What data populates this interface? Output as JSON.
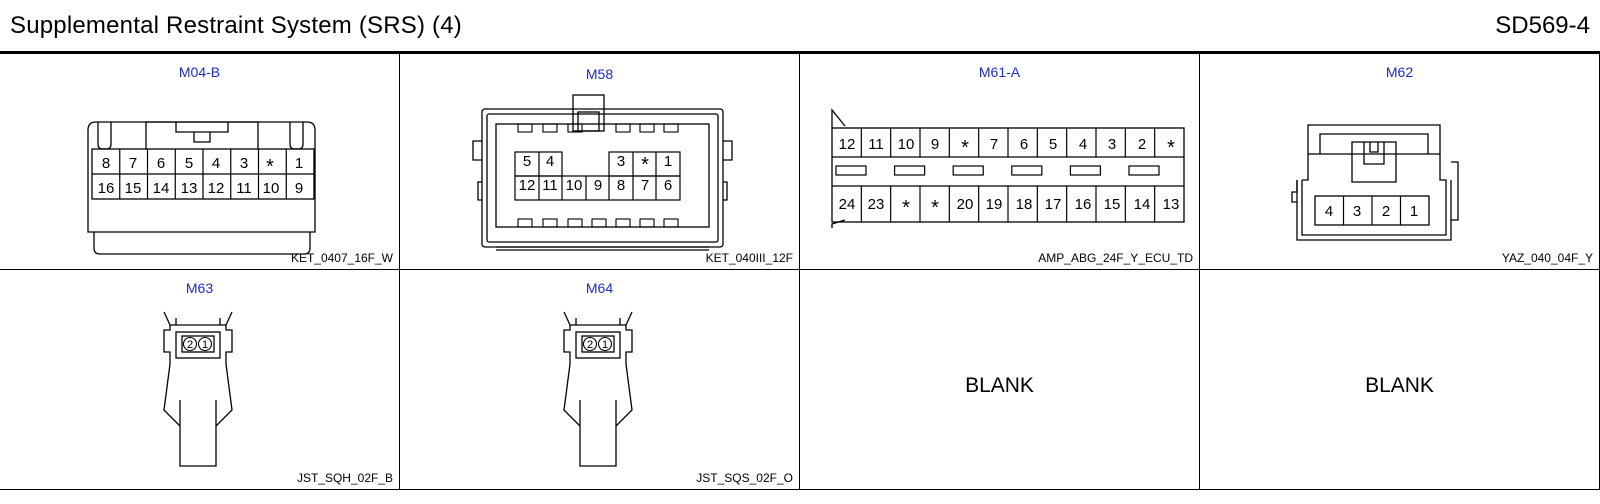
{
  "header": {
    "title": "Supplemental Restraint System (SRS) (4)",
    "code": "SD569-4"
  },
  "connectors": [
    {
      "id": "M04-B",
      "type_code": "KET_0407_16F_W",
      "pins_top": [
        "8",
        "7",
        "6",
        "5",
        "4",
        "3",
        "*",
        "1"
      ],
      "pins_bottom": [
        "16",
        "15",
        "14",
        "13",
        "12",
        "11",
        "10",
        "9"
      ]
    },
    {
      "id": "M58",
      "type_code": "KET_040III_12F",
      "pins_top": [
        "5",
        "4",
        "",
        "",
        "3",
        "*",
        "1"
      ],
      "pins_bottom": [
        "12",
        "11",
        "10",
        "9",
        "8",
        "7",
        "6"
      ]
    },
    {
      "id": "M61-A",
      "type_code": "AMP_ABG_24F_Y_ECU_TD",
      "pins_top": [
        "12",
        "11",
        "10",
        "9",
        "*",
        "7",
        "6",
        "5",
        "4",
        "3",
        "2",
        "*"
      ],
      "pins_bottom": [
        "24",
        "23",
        "*",
        "*",
        "20",
        "19",
        "18",
        "17",
        "16",
        "15",
        "14",
        "13"
      ]
    },
    {
      "id": "M62",
      "type_code": "YAZ_040_04F_Y",
      "pins": [
        "4",
        "3",
        "2",
        "1"
      ]
    },
    {
      "id": "M63",
      "type_code": "JST_SQH_02F_B",
      "pins": [
        "2",
        "1"
      ]
    },
    {
      "id": "M64",
      "type_code": "JST_SQS_02F_O",
      "pins": [
        "2",
        "1"
      ]
    }
  ],
  "blank_cells": [
    "BLANK",
    "BLANK"
  ]
}
